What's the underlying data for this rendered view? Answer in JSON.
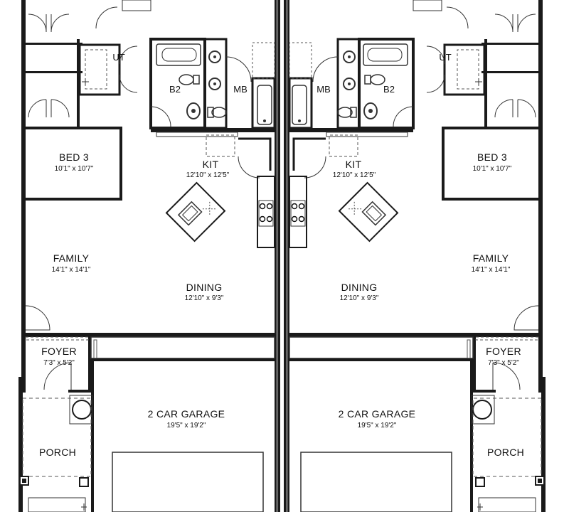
{
  "left_unit": {
    "rooms": {
      "ut": "UT",
      "b2": "B2",
      "mb": "MB",
      "bed3": "BED 3",
      "bed3_dim": "10'1\" x 10'7\"",
      "kit": "KIT",
      "kit_dim": "12'10\" x 12'5\"",
      "family": "FAMILY",
      "family_dim": "14'1\" x 14'1\"",
      "dining": "DINING",
      "dining_dim": "12'10\" x 9'3\"",
      "foyer": "FOYER",
      "foyer_dim": "7'3\" x 5'2\"",
      "garage": "2 CAR GARAGE",
      "garage_dim": "19'5\" x 19'2\"",
      "porch": "PORCH"
    }
  },
  "right_unit": {
    "rooms": {
      "ut": "UT",
      "b2": "B2",
      "mb": "MB",
      "bed3": "BED 3",
      "bed3_dim": "10'1\" x 10'7\"",
      "kit": "KIT",
      "kit_dim": "12'10\" x 12'5\"",
      "family": "FAMILY",
      "family_dim": "14'1\" x 14'1\"",
      "dining": "DINING",
      "dining_dim": "12'10\" x 9'3\"",
      "foyer": "FOYER",
      "foyer_dim": "7'3\" x 5'2\"",
      "garage": "2 CAR GARAGE",
      "garage_dim": "19'5\" x 19'2\"",
      "porch": "PORCH"
    }
  },
  "colors": {
    "wall": "#1a1a1a",
    "line": "#333333",
    "dash": "#555555"
  }
}
